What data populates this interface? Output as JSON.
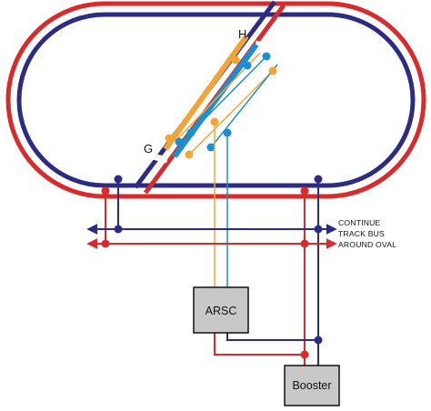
{
  "diagram": {
    "labels": {
      "gap_h": "H",
      "gap_g": "G"
    },
    "devices": {
      "arsc": "ARSC",
      "booster": "Booster"
    },
    "bus_note": [
      "CONTINUE",
      "TRACK BUS",
      "AROUND OVAL"
    ],
    "colors": {
      "outer_rail": "#d92b2b",
      "inner_rail": "#2e2b83",
      "orange_wire": "#f2a534",
      "blue_wire": "#1a8fd1",
      "box_fill": "#c8c8c8"
    }
  }
}
